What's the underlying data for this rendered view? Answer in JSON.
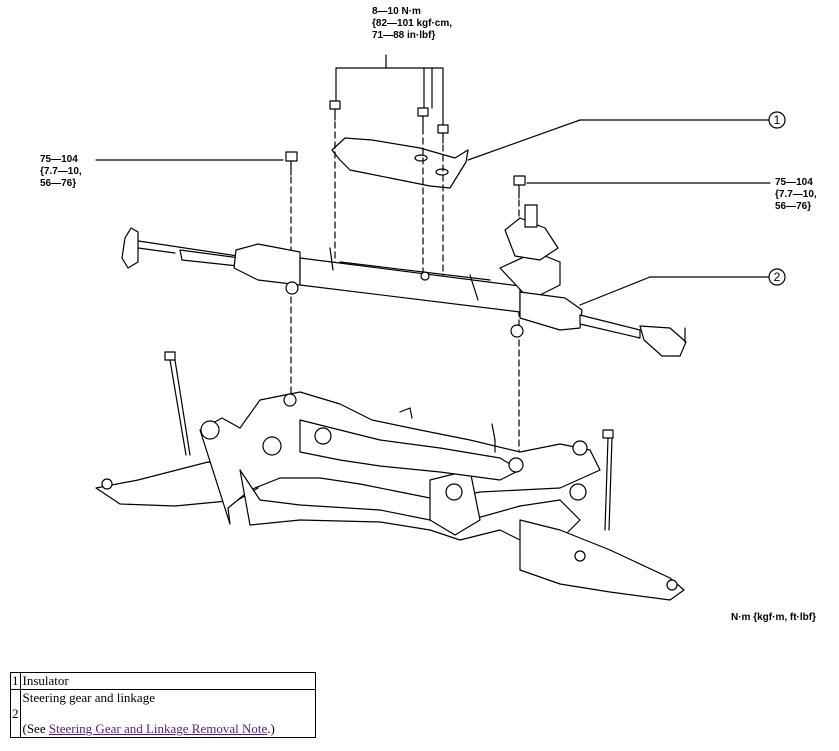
{
  "diagram": {
    "torque_top": "8—10 N·m\n{82—101 kgf·cm,\n71—88 in·lbf}",
    "torque_left": "75—104\n{7.7—10,\n56—76}",
    "torque_right": "75—104\n{7.7—10,\n56—76}",
    "unit_note": "N·m {kgf·m, ft·lbf}",
    "callouts": [
      "1",
      "2"
    ]
  },
  "parts": [
    {
      "number": "1",
      "name": "Insulator"
    },
    {
      "number": "2",
      "name": "Steering gear and linkage",
      "note_prefix": "(See ",
      "link_text": "Steering Gear and Linkage Removal Note",
      "note_suffix": ".)"
    }
  ]
}
